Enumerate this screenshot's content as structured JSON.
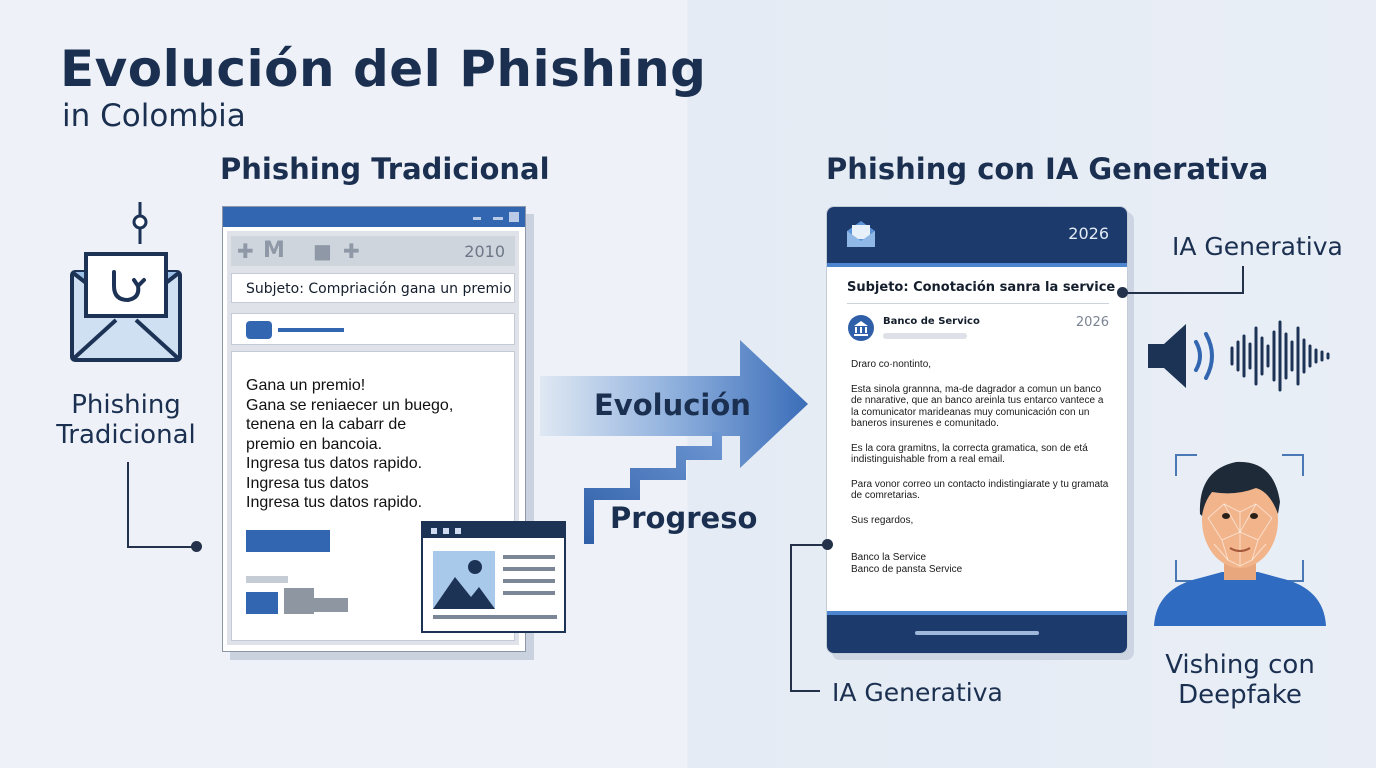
{
  "header": {
    "title": "Evolución del Phishing",
    "subtitle": "in Colombia"
  },
  "left": {
    "section_title": "Phishing Tradicional",
    "icon_label_line1": "Phishing",
    "icon_label_line2": "Tradicional",
    "old_email": {
      "year": "2010",
      "subject": "Subjeto: Compriación gana un premio",
      "body": [
        "Gana un premio!",
        "Gana se reniaecer un buego,",
        "tenena en la cabarr de",
        "premio en bancoia.",
        "Ingresa tus datos rapido.",
        "Ingresa tus datos",
        "Ingresa tus datos rapido."
      ]
    }
  },
  "middle": {
    "arrow_label": "Evolución",
    "stairs_label": "Progreso"
  },
  "right": {
    "section_title": "Phishing con IA Generativa",
    "label_top": "IA Generativa",
    "label_bottom": "IA Generativa",
    "vishing_line1": "Vishing con",
    "vishing_line2": "Deepfake",
    "new_email": {
      "year": "2026",
      "subject": "Subjeto: Conotación sanra la service",
      "sender": "Banco de Servico",
      "date": "2026",
      "paragraphs": [
        "Drarо co·nontinto,",
        "Esta sinola grannna, ma-de dagrador a comun un banco de nnarative, que an banco areinla tus entarco vantece a la comunicator marideanas muy comunicación con un baneros insurenes e comunitado.",
        "Es la cora gramitns, la correcta gramatica, son de etá indistinguishable from a real email.",
        "Para vonor correo un contacto indistingiarate y tu gramata de comretarias.",
        "Sus regardos,",
        "Banco la Service\nBanco de pansta Service"
      ]
    }
  },
  "colors": {
    "navy": "#1c3a6b",
    "accent_blue": "#3366b1",
    "text_dark": "#1b3050"
  }
}
